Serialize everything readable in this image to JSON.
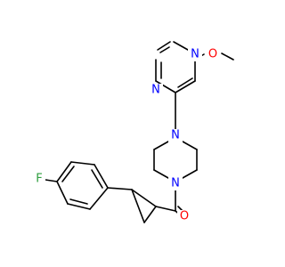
{
  "molecule": {
    "atoms": {
      "n_pyrimidine_upper": "N",
      "n_pyrimidine_lower": "N",
      "o_methoxy": "O",
      "n_piperazine_upper": "N",
      "n_piperazine_lower": "N",
      "o_carbonyl": "O",
      "f_fluoro": "F"
    },
    "colors": {
      "nitrogen": "#0000ff",
      "oxygen": "#ff0000",
      "fluorine": "#2e9e3e",
      "bond": "#000000"
    }
  }
}
